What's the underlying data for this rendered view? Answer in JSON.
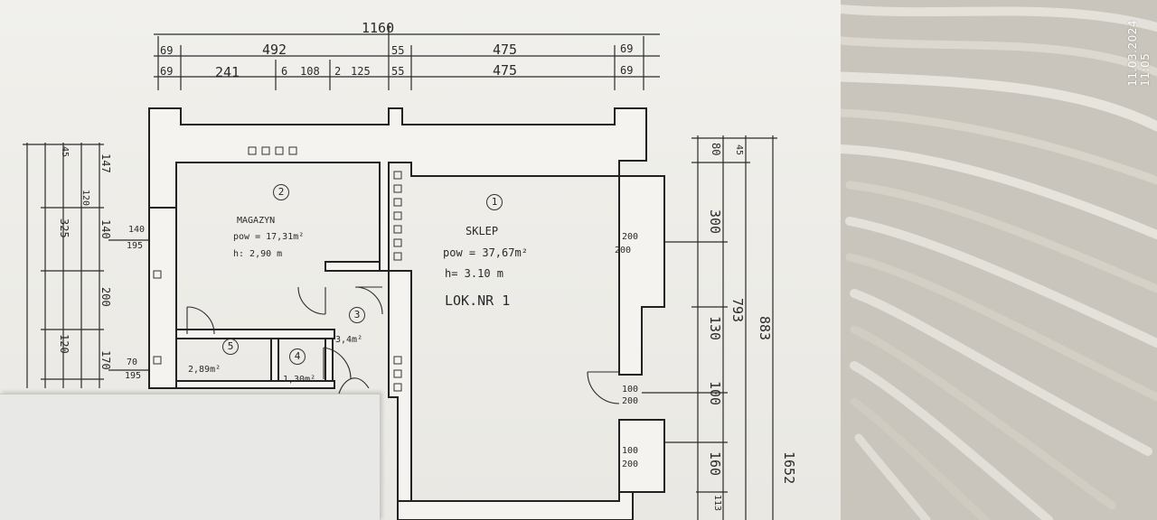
{
  "photo_timestamp": "11.03.2024 11:05",
  "plan": {
    "top_dims": {
      "total": "1160",
      "row1": [
        "69",
        "492",
        "55",
        "475",
        "69"
      ],
      "row2": [
        "69",
        "241",
        "6",
        "108",
        "2",
        "125",
        "55",
        "475",
        "69"
      ]
    },
    "left_dims": [
      "45",
      "147",
      "120",
      "140",
      "325",
      "140",
      "195",
      "200",
      "120",
      "170",
      "195",
      "70"
    ],
    "right_dims": [
      "80",
      "45",
      "300",
      "130",
      "793",
      "883",
      "100",
      "160",
      "113",
      "1652"
    ],
    "window_marks": [
      "200",
      "200",
      "100",
      "200",
      "100",
      "200"
    ],
    "rooms": {
      "room1": {
        "number": "1",
        "name": "SKLEP",
        "area": "pow = 37,67m²",
        "height": "h= 3.10 m",
        "unit": "LOK.NR 1"
      },
      "room2": {
        "number": "2",
        "name": "MAGAZYN",
        "area": "pow = 17,31m²",
        "height": "h: 2,90 m"
      },
      "room3": {
        "number": "3",
        "area": "3,4m²"
      },
      "room4": {
        "number": "4",
        "area": "1,30m²"
      },
      "room5": {
        "number": "5",
        "area": "2,89m²"
      }
    }
  }
}
